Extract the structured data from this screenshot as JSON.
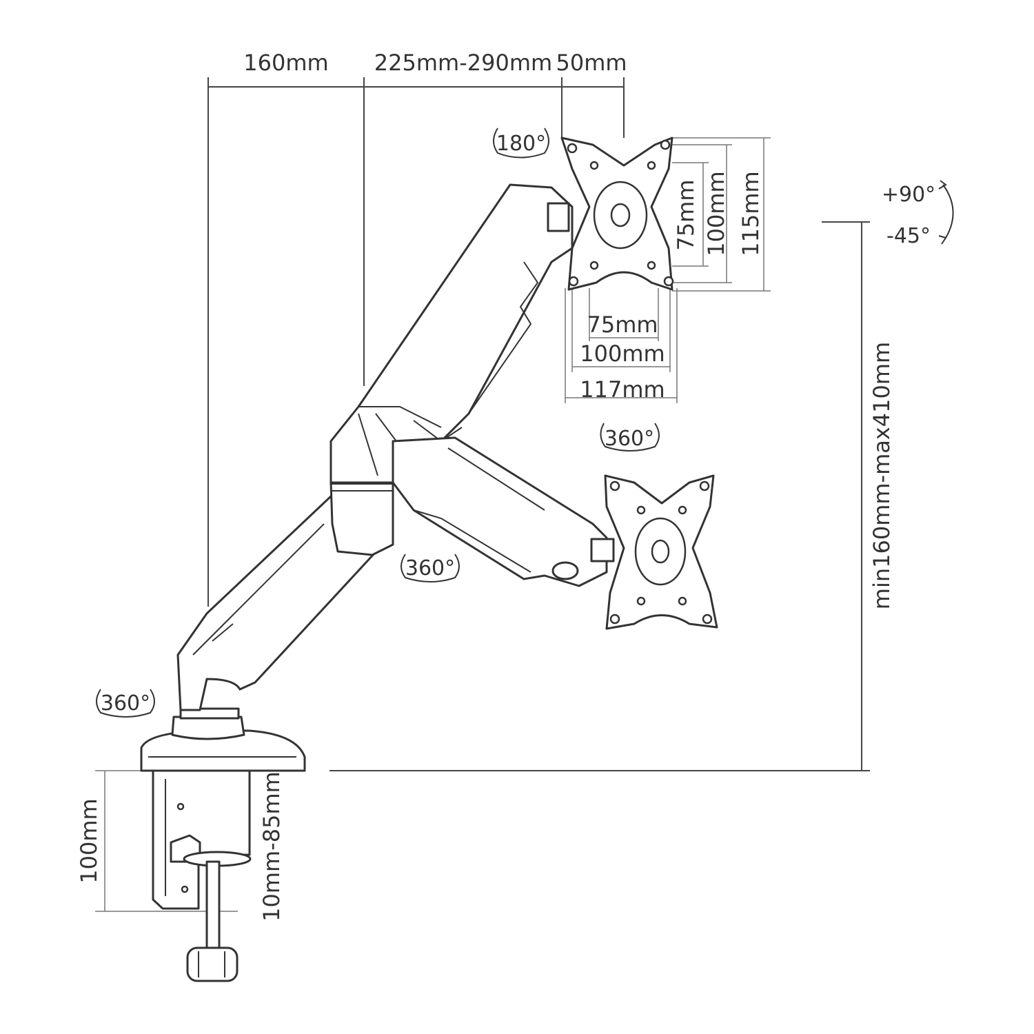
{
  "colors": {
    "line": "#444444",
    "text": "#333333",
    "background": "#ffffff"
  },
  "dimensions": {
    "arm_reach_1": "160mm",
    "arm_reach_2": "225mm-290mm",
    "plate_offset": "50mm",
    "vesa_v_75": "75mm",
    "vesa_v_100": "100mm",
    "plate_height": "115mm",
    "vesa_h_75": "75mm",
    "vesa_h_100": "100mm",
    "plate_width": "117mm",
    "height_range": "min160mm-max410mm",
    "clamp_height": "100mm",
    "desk_thickness": "10mm-85mm"
  },
  "rotations": {
    "head_swivel": "180°",
    "tilt_up": "+90°",
    "tilt_down": "-45°",
    "head_rotate": "360°",
    "elbow_swivel": "360°",
    "base_swivel": "360°"
  }
}
